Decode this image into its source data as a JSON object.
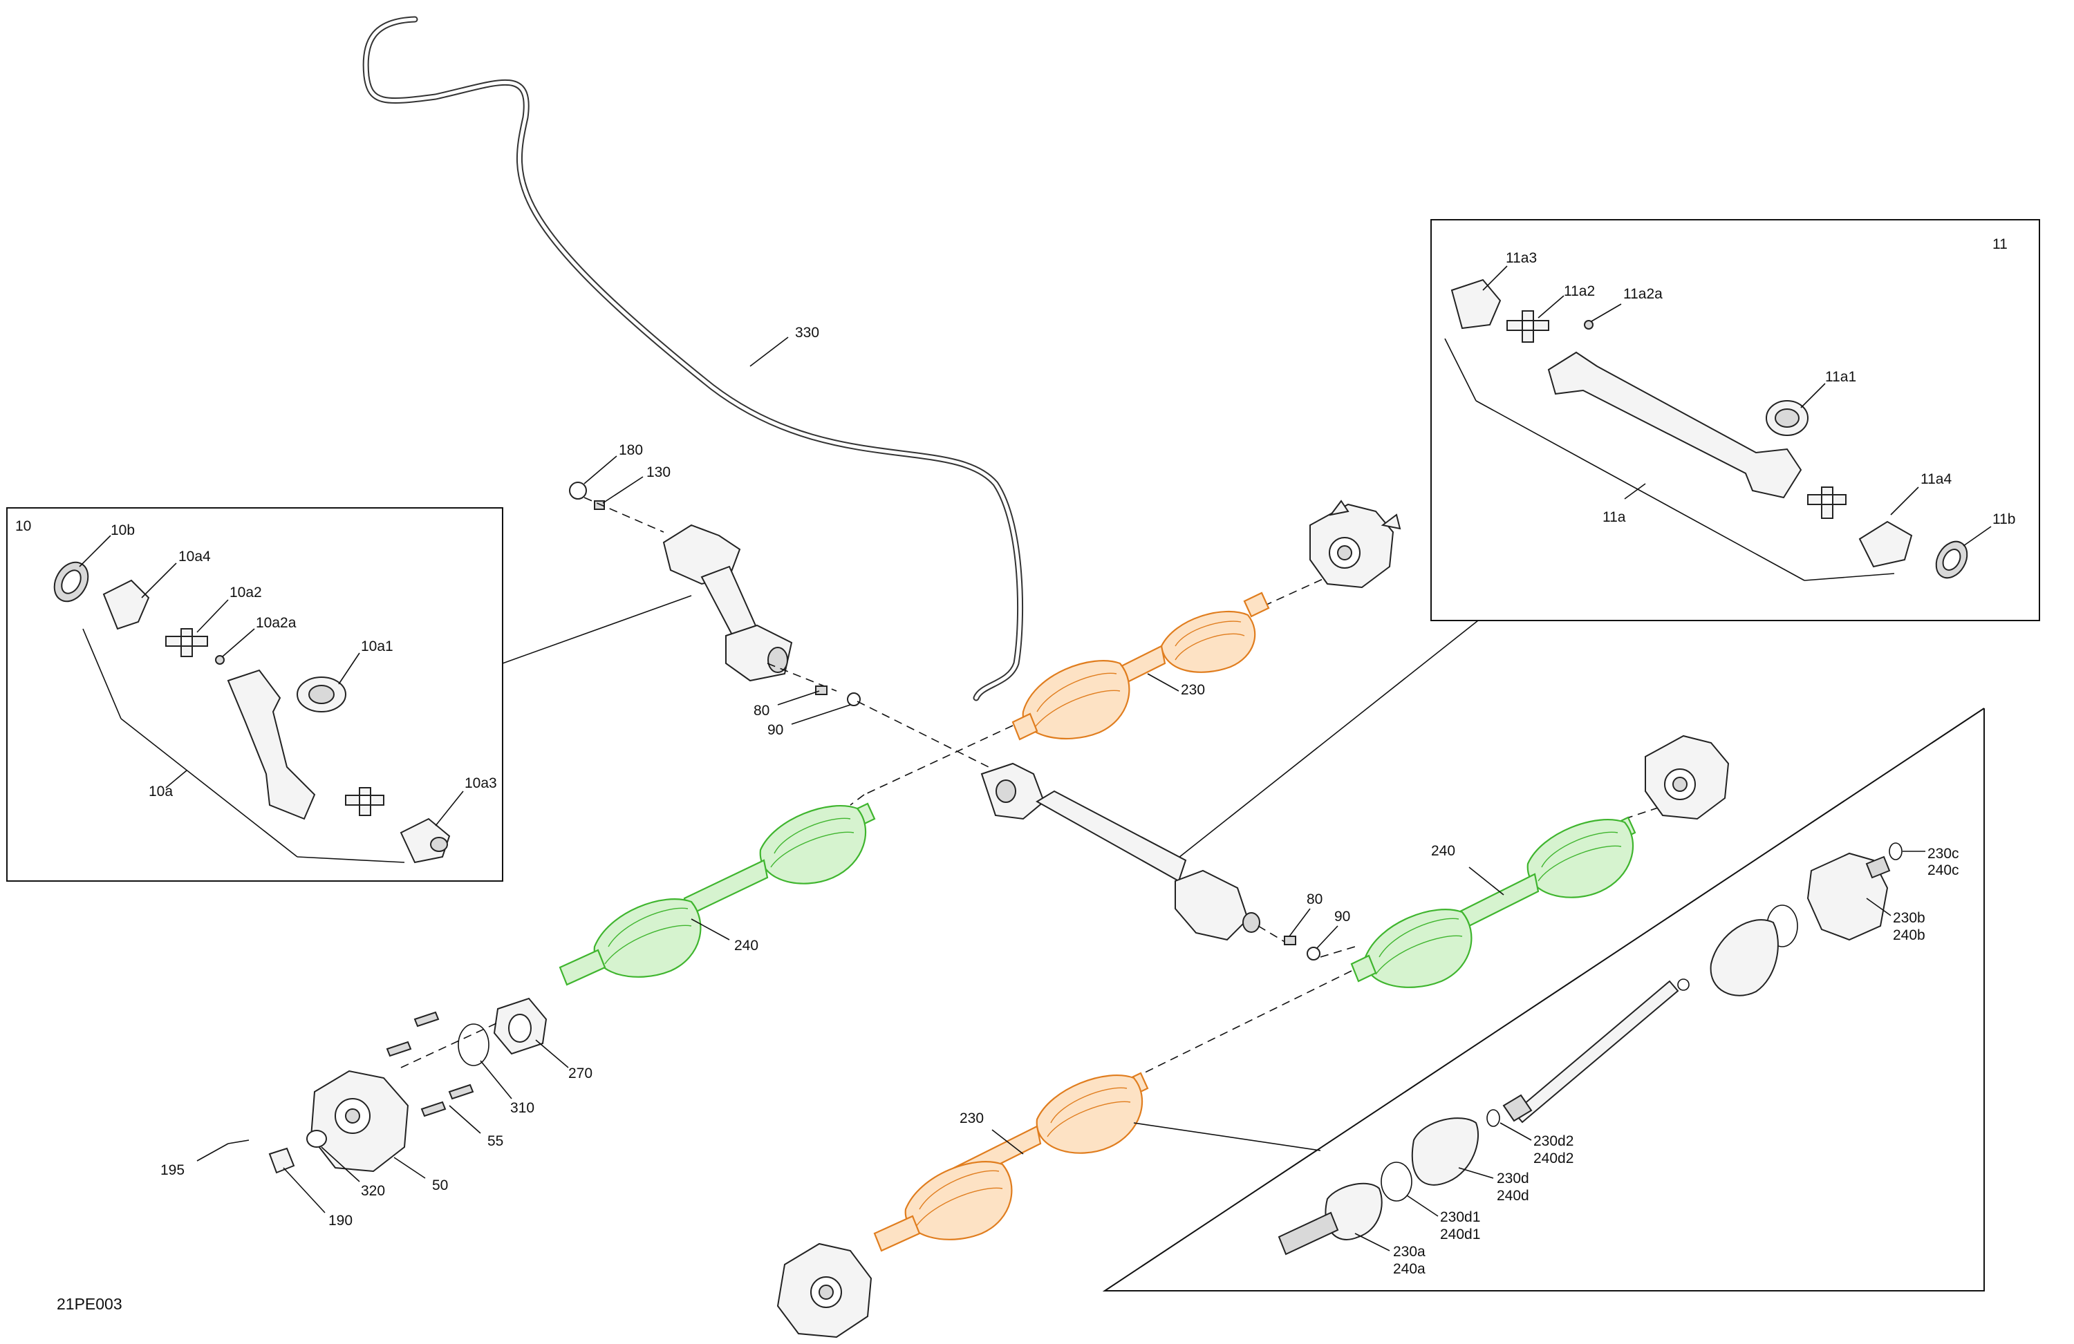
{
  "diagram_code": "21PE003",
  "callouts": {
    "c330": "330",
    "c180": "180",
    "c130": "130",
    "c80a": "80",
    "c90a": "90",
    "c230a": "230",
    "c240a": "240",
    "c270": "270",
    "c310": "310",
    "c55": "55",
    "c50": "50",
    "c320": "320",
    "c195": "195",
    "c190": "190",
    "c80b": "80",
    "c90b": "90",
    "c240b": "240",
    "c230b": "230"
  },
  "box10": {
    "title": "10",
    "labels": {
      "b": "10b",
      "a4": "10a4",
      "a2": "10a2",
      "a2a": "10a2a",
      "a1": "10a1",
      "a3": "10a3",
      "a": "10a"
    }
  },
  "box11": {
    "title": "11",
    "labels": {
      "a3": "11a3",
      "a2": "11a2",
      "a2a": "11a2a",
      "a1": "11a1",
      "a4": "11a4",
      "a": "11a",
      "b": "11b"
    }
  },
  "detail": {
    "c230c": "230c",
    "c240c": "240c",
    "c230b": "230b",
    "c240b": "240b",
    "c230d2": "230d2",
    "c240d2": "240d2",
    "c230d": "230d",
    "c240d": "240d",
    "c230d1": "230d1",
    "c240d1": "240d1",
    "c230a": "230a",
    "c240a": "240a"
  },
  "colors": {
    "orange_shaft": "#e07d1e",
    "green_shaft": "#3fb52e"
  }
}
